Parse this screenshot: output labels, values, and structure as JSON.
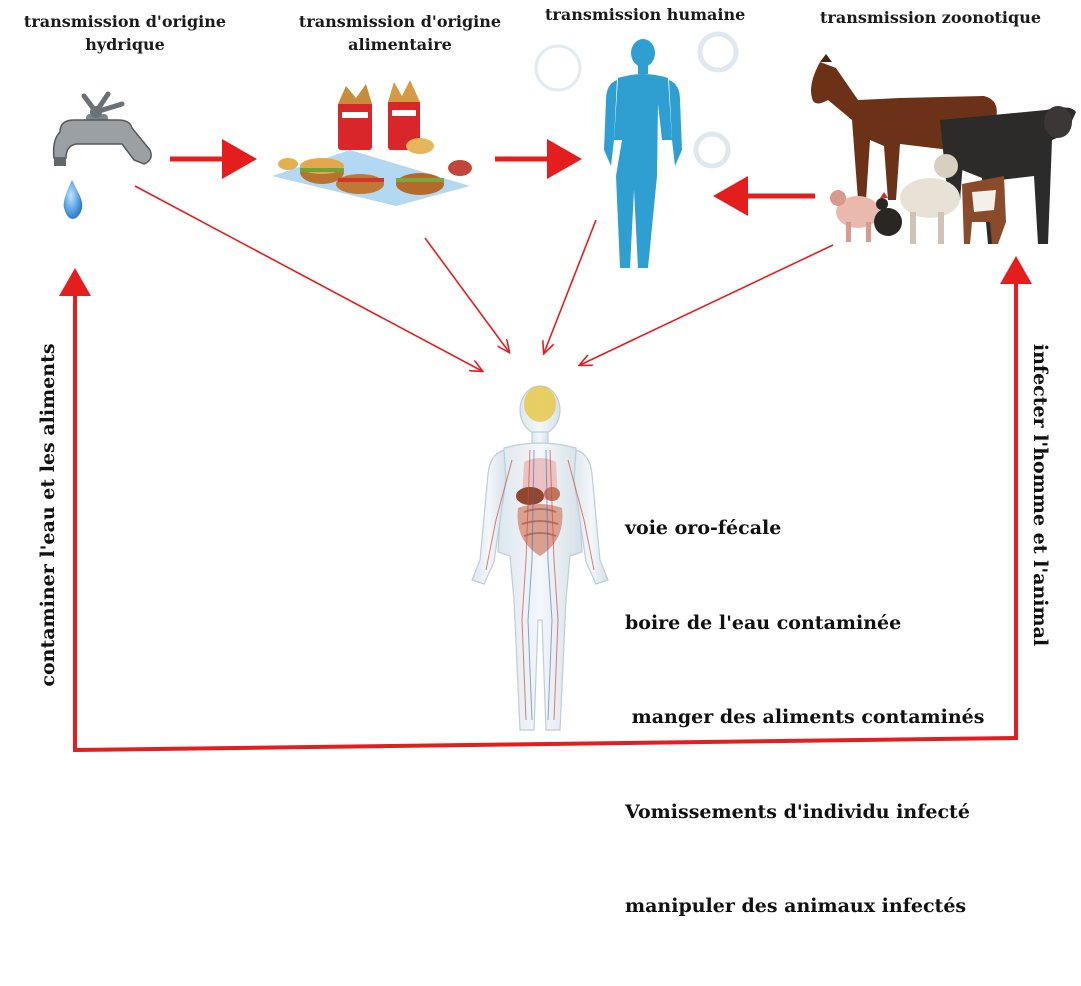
{
  "nodes": {
    "hydrique": {
      "line1": "transmission d'origine",
      "line2": "hydrique"
    },
    "alimentaire": {
      "line1": "transmission d'origine",
      "line2": "alimentaire"
    },
    "humaine": {
      "label": "transmission humaine"
    },
    "zoonotique": {
      "label": "transmission zoonotique"
    }
  },
  "routes": [
    "voie oro-fécale",
    "boire de l'eau contaminée",
    " manger des aliments contaminés",
    "Vomissements d'individu infecté",
    "manipuler des animaux infectés"
  ],
  "loop_labels": {
    "left": "contaminer l'eau et les aliments",
    "right": "infecter l'homme et l'animal"
  },
  "colors": {
    "arrow": "#e41e1e",
    "human_silhouette": "#2f9fd2",
    "text": "#111111"
  }
}
